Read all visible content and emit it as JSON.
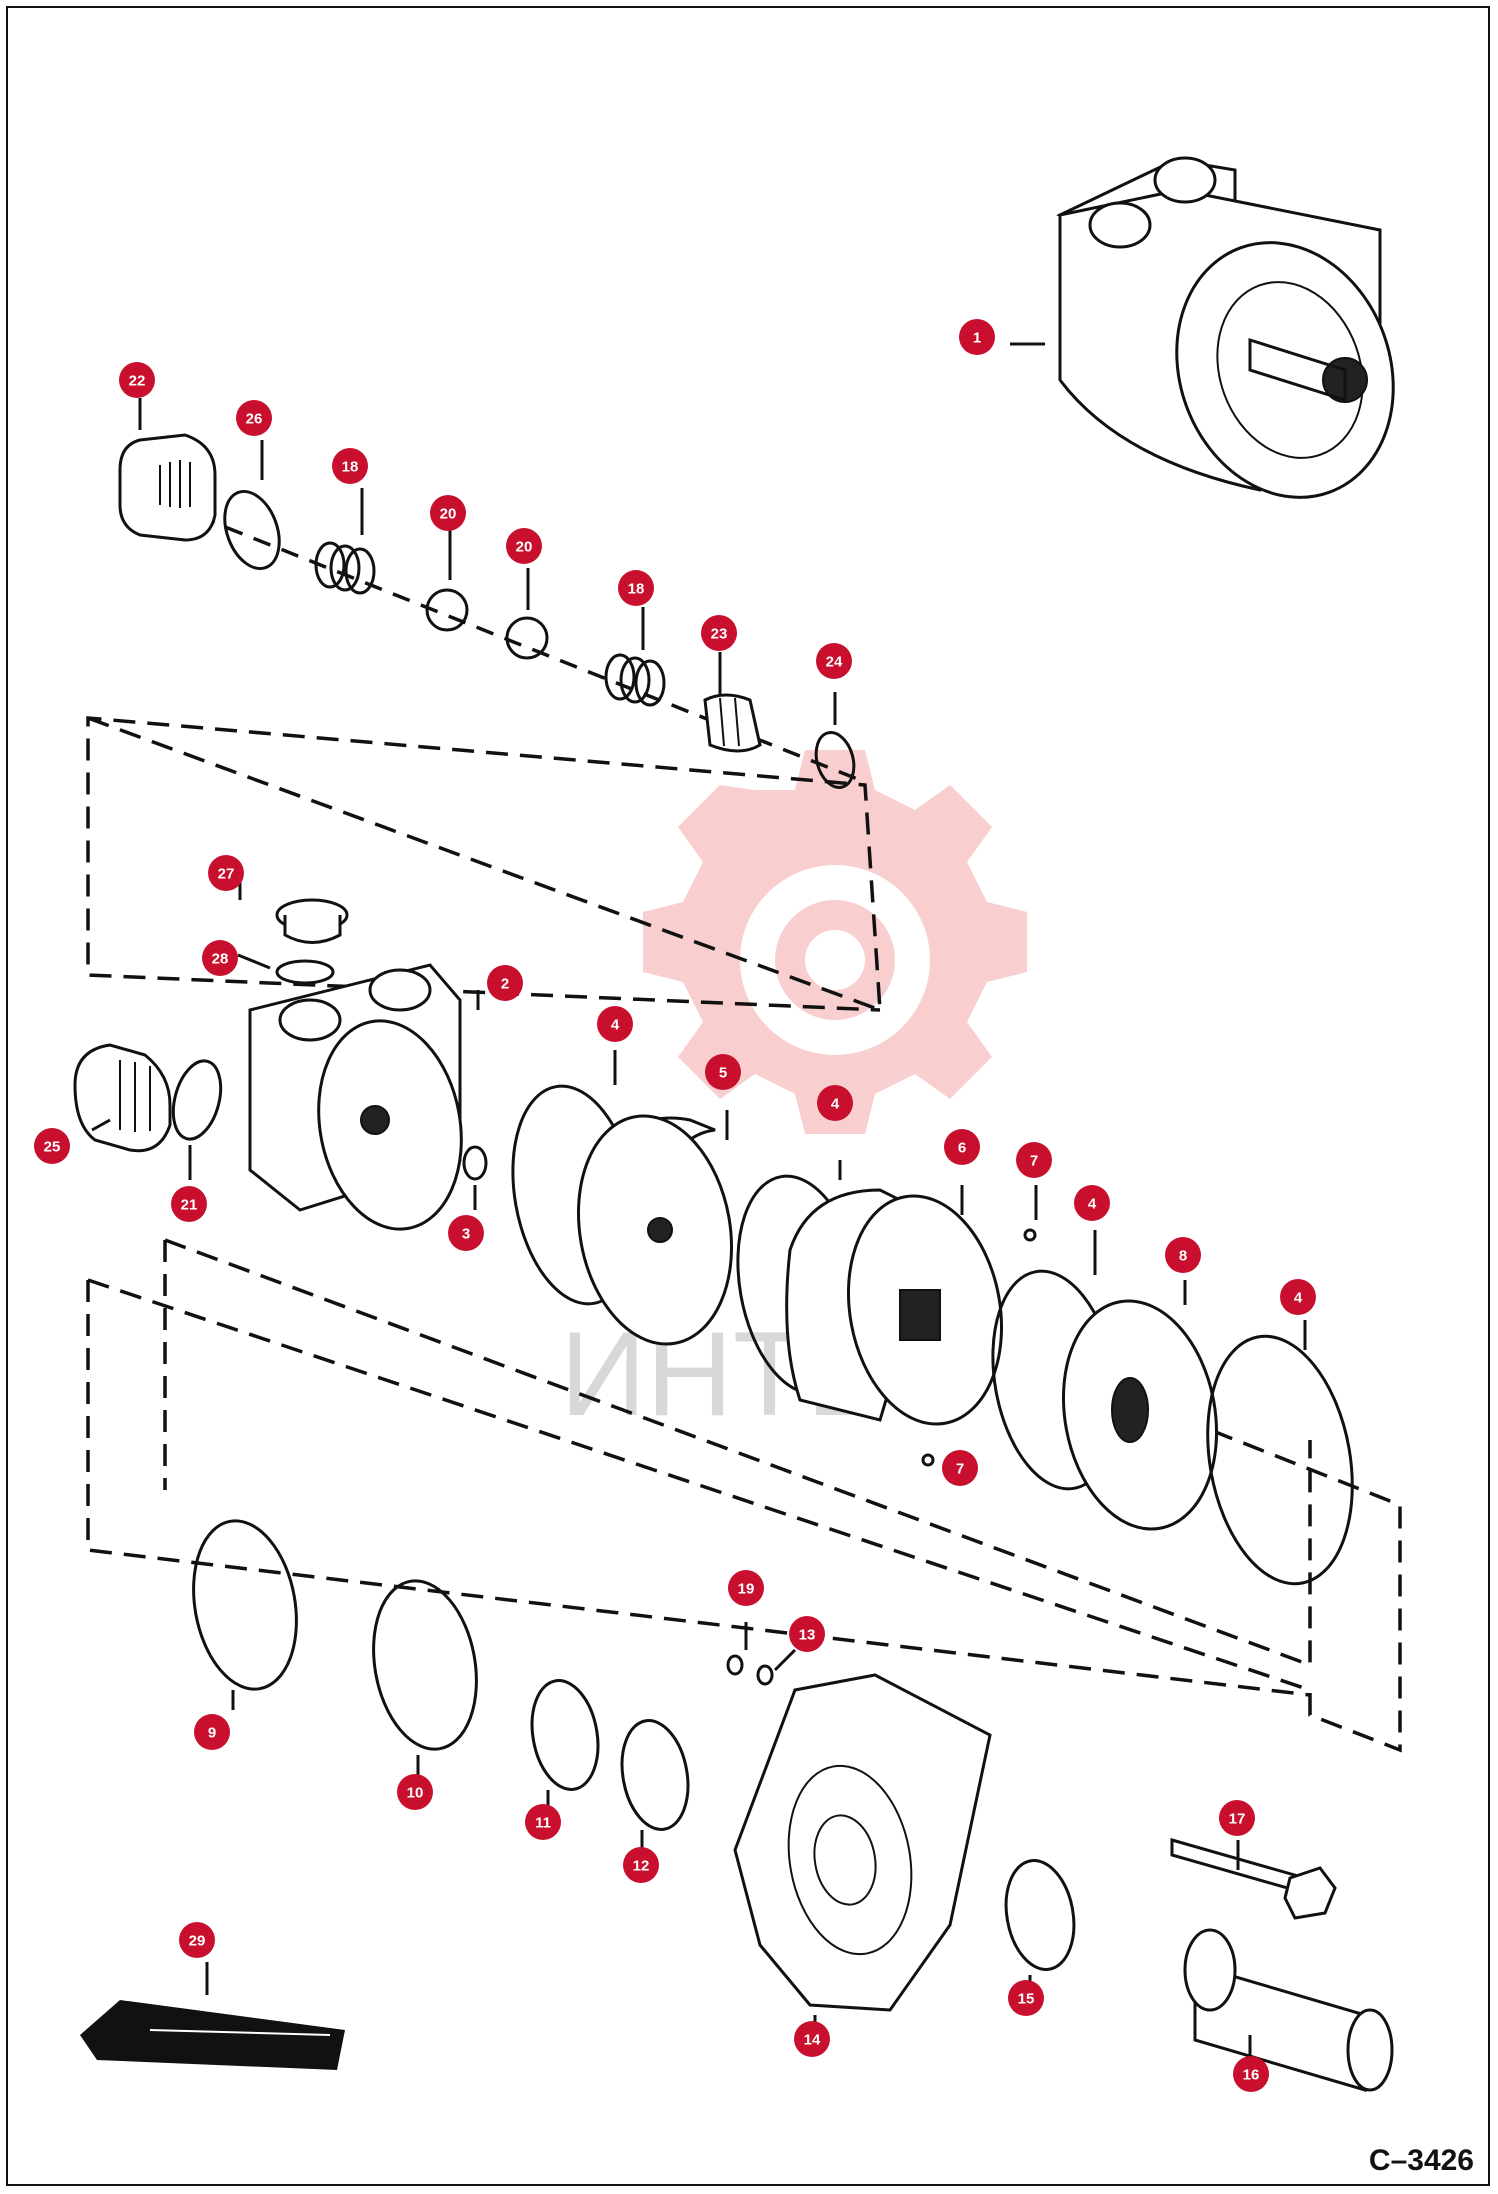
{
  "diagram": {
    "drawing_code": "C–3426",
    "watermark_text": "ИНТЕ",
    "callouts": [
      {
        "id": "c1",
        "label": "1"
      },
      {
        "id": "c2",
        "label": "2"
      },
      {
        "id": "c3",
        "label": "3"
      },
      {
        "id": "c4a",
        "label": "4"
      },
      {
        "id": "c4b",
        "label": "4"
      },
      {
        "id": "c4c",
        "label": "4"
      },
      {
        "id": "c4d",
        "label": "4"
      },
      {
        "id": "c5",
        "label": "5"
      },
      {
        "id": "c6",
        "label": "6"
      },
      {
        "id": "c7a",
        "label": "7"
      },
      {
        "id": "c7b",
        "label": "7"
      },
      {
        "id": "c8",
        "label": "8"
      },
      {
        "id": "c9",
        "label": "9"
      },
      {
        "id": "c10",
        "label": "10"
      },
      {
        "id": "c11",
        "label": "11"
      },
      {
        "id": "c12",
        "label": "12"
      },
      {
        "id": "c13",
        "label": "13"
      },
      {
        "id": "c14",
        "label": "14"
      },
      {
        "id": "c15",
        "label": "15"
      },
      {
        "id": "c16",
        "label": "16"
      },
      {
        "id": "c17",
        "label": "17"
      },
      {
        "id": "c18a",
        "label": "18"
      },
      {
        "id": "c18b",
        "label": "18"
      },
      {
        "id": "c19",
        "label": "19"
      },
      {
        "id": "c20a",
        "label": "20"
      },
      {
        "id": "c20b",
        "label": "20"
      },
      {
        "id": "c21",
        "label": "21"
      },
      {
        "id": "c22",
        "label": "22"
      },
      {
        "id": "c23",
        "label": "23"
      },
      {
        "id": "c24",
        "label": "24"
      },
      {
        "id": "c25",
        "label": "25"
      },
      {
        "id": "c26",
        "label": "26"
      },
      {
        "id": "c27",
        "label": "27"
      },
      {
        "id": "c28",
        "label": "28"
      },
      {
        "id": "c29",
        "label": "29"
      }
    ],
    "colors": {
      "callout": "#c8102e",
      "watermark": "#e8262b",
      "ink": "#111111"
    }
  }
}
